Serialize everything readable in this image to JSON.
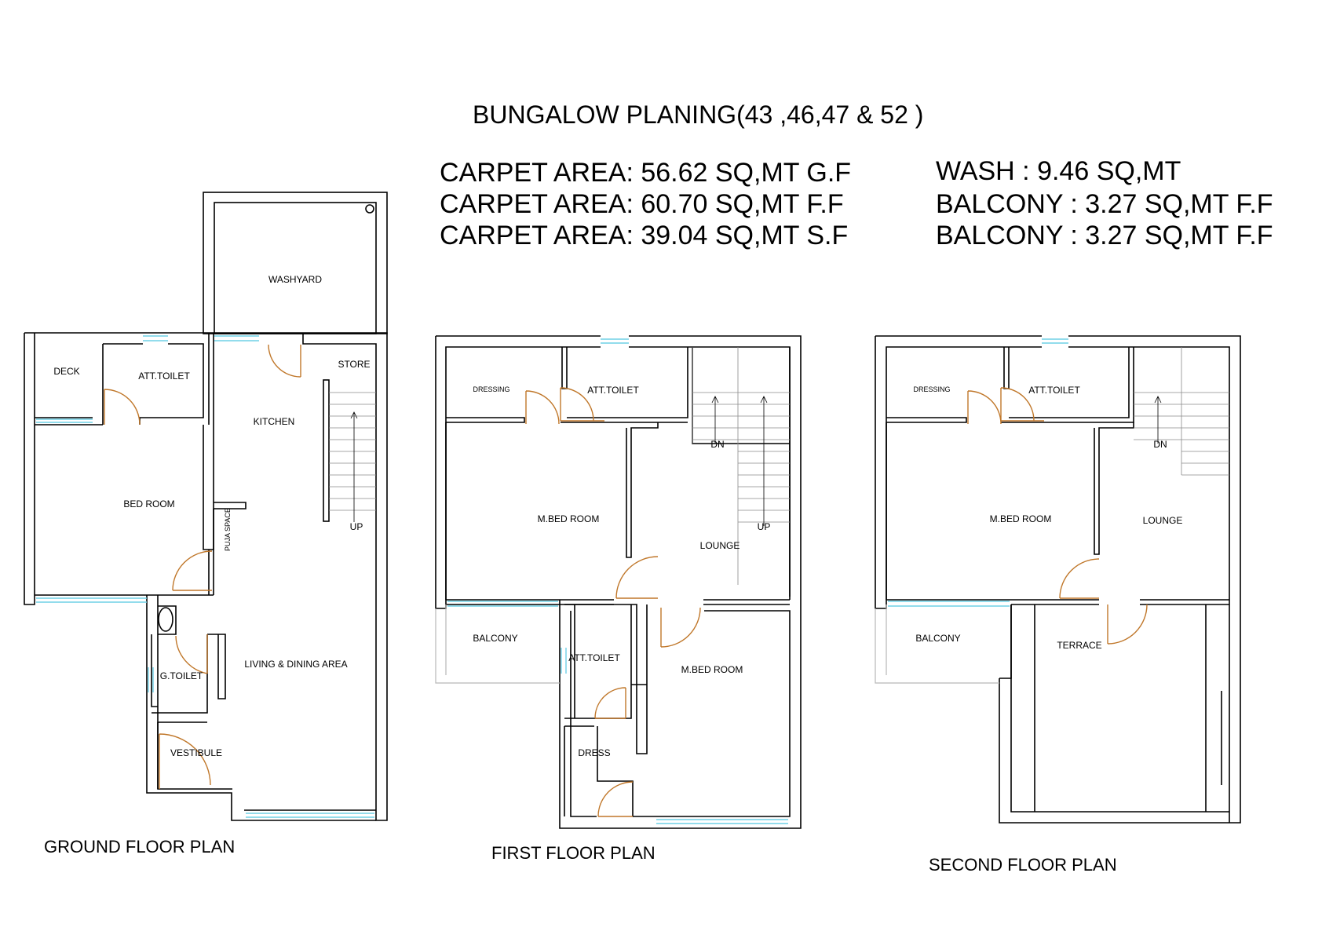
{
  "title": "BUNGALOW PLANING(43 ,46,47 & 52 )",
  "areas_left": [
    "CARPET AREA: 56.62 SQ,MT G.F",
    "CARPET AREA: 60.70 SQ,MT F.F",
    "CARPET AREA: 39.04 SQ,MT S.F"
  ],
  "areas_right": [
    "WASH : 9.46 SQ,MT",
    "BALCONY : 3.27 SQ,MT F.F",
    "BALCONY : 3.27 SQ,MT  F.F"
  ],
  "plans": {
    "ground": {
      "title": "GROUND FLOOR PLAN",
      "rooms": {
        "washyard": "WASHYARD",
        "deck": "DECK",
        "att_toilet": "ATT.TOILET",
        "store": "STORE",
        "kitchen": "KITCHEN",
        "bed_room": "BED ROOM",
        "puja_space": "PUJA SPACE",
        "up": "UP",
        "living": "LIVING & DINING AREA",
        "g_toilet": "G.TOILET",
        "vestibule": "VESTIBULE"
      }
    },
    "first": {
      "title": "FIRST FLOOR PLAN",
      "rooms": {
        "dressing": "DRESSING",
        "att_toilet": "ATT.TOILET",
        "dn": "DN",
        "m_bed_room": "M.BED ROOM",
        "up": "UP",
        "lounge": "LOUNGE",
        "balcony": "BALCONY",
        "att_toilet_2": "ATT.TOILET",
        "m_bed_room_2": "M.BED ROOM",
        "dress": "DRESS"
      }
    },
    "second": {
      "title": "SECOND FLOOR PLAN",
      "rooms": {
        "dressing": "DRESSING",
        "att_toilet": "ATT.TOILET",
        "dn": "DN",
        "m_bed_room": "M.BED ROOM",
        "lounge": "LOUNGE",
        "balcony": "BALCONY",
        "terrace": "TERRACE"
      }
    }
  },
  "colors": {
    "wall": "#000000",
    "window": "#6fd0e6",
    "door": "#c0772a",
    "stair": "#8a8a8a"
  }
}
